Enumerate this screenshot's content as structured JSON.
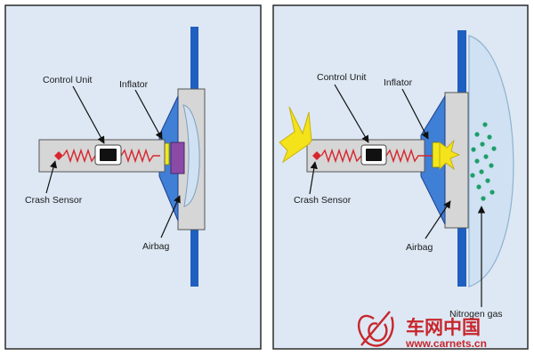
{
  "panels": [
    {
      "state": "before-crash",
      "labels": {
        "control_unit": "Control Unit",
        "inflator": "Inflator",
        "crash_sensor": "Crash Sensor",
        "airbag": "Airbag"
      }
    },
    {
      "state": "after-crash",
      "labels": {
        "control_unit": "Control Unit",
        "inflator": "Inflator",
        "crash_sensor": "Crash Sensor",
        "airbag": "Airbag",
        "gas": "Nitrogen gas"
      }
    }
  ],
  "watermark": {
    "cn": "车网中国",
    "url": "www.carnets.cn"
  },
  "colors": {
    "background": "#dde8f4",
    "steering_column": "#1f5fbf",
    "housing": "#d6d6d6",
    "inflator": "#3f7fd6",
    "signal_wire": "#d8262c",
    "igniter": "#f2e81a",
    "chamber": "#8a4aa6",
    "airbag": "#cfe1f2",
    "gas": "#1f9e6a",
    "spark": "#f4e21a",
    "watermark": "#c8262c"
  },
  "icons": [
    "crash-sensor-diamond-icon",
    "control-unit-chip-icon",
    "spark-burst-icon",
    "watermark-logo-icon"
  ]
}
